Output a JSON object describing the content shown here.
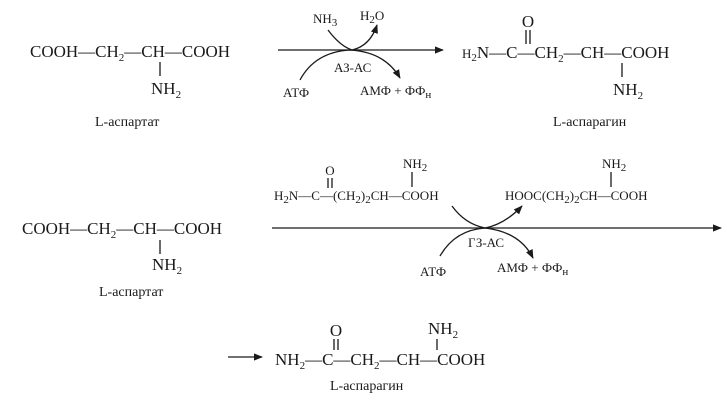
{
  "reaction1": {
    "substrate": {
      "part1": "COOH—CH",
      "sub1": "2",
      "part2": "—CH—COOH",
      "amino": "NH",
      "amino_sub": "2",
      "name": "L-аспартат"
    },
    "in_reagent": {
      "text": "NH",
      "sub": "3"
    },
    "out_reagent": {
      "text1": "H",
      "sub": "2",
      "text2": "O"
    },
    "enzyme": "АЗ-АС",
    "cofactor_in": "АТФ",
    "cofactor_out": {
      "text": "АМФ + ФФ",
      "sub": "н"
    },
    "product": {
      "h2n": "H",
      "h2n_sub": "2",
      "part1": "N—C—CH",
      "sub1": "2",
      "part2": "—CH—COOH",
      "oxo": "O",
      "amino": "NH",
      "amino_sub": "2",
      "name": "L-аспарагин"
    }
  },
  "reaction2": {
    "substrate": {
      "part1": "COOH—CH",
      "sub1": "2",
      "part2": "—CH—COOH",
      "amino": "NH",
      "amino_sub": "2",
      "name": "L-аспартат"
    },
    "donor": {
      "h": "H",
      "h_sub": "2",
      "part1": "N—C—(CH",
      "sub1": "2",
      "part2": ")",
      "sub2": "2",
      "part3": "CH—COOH",
      "oxo": "O",
      "amino": "NH",
      "amino_sub": "2"
    },
    "donor_product": {
      "part1": "HOOC(CH",
      "sub1": "2",
      "part2": ")",
      "sub2": "2",
      "part3": "CH—COOH",
      "amino": "NH",
      "amino_sub": "2"
    },
    "enzyme": "ГЗ-АС",
    "cofactor_in": "АТФ",
    "cofactor_out": {
      "text": "АМФ + ФФ",
      "sub": "н"
    },
    "product": {
      "part1": "NH",
      "sub1": "2",
      "part2": "—C—CH",
      "sub2": "2",
      "part3": "—CH—COOH",
      "oxo": "O",
      "amino": "NH",
      "amino_sub": "2",
      "name": "L-аспарагин"
    }
  }
}
